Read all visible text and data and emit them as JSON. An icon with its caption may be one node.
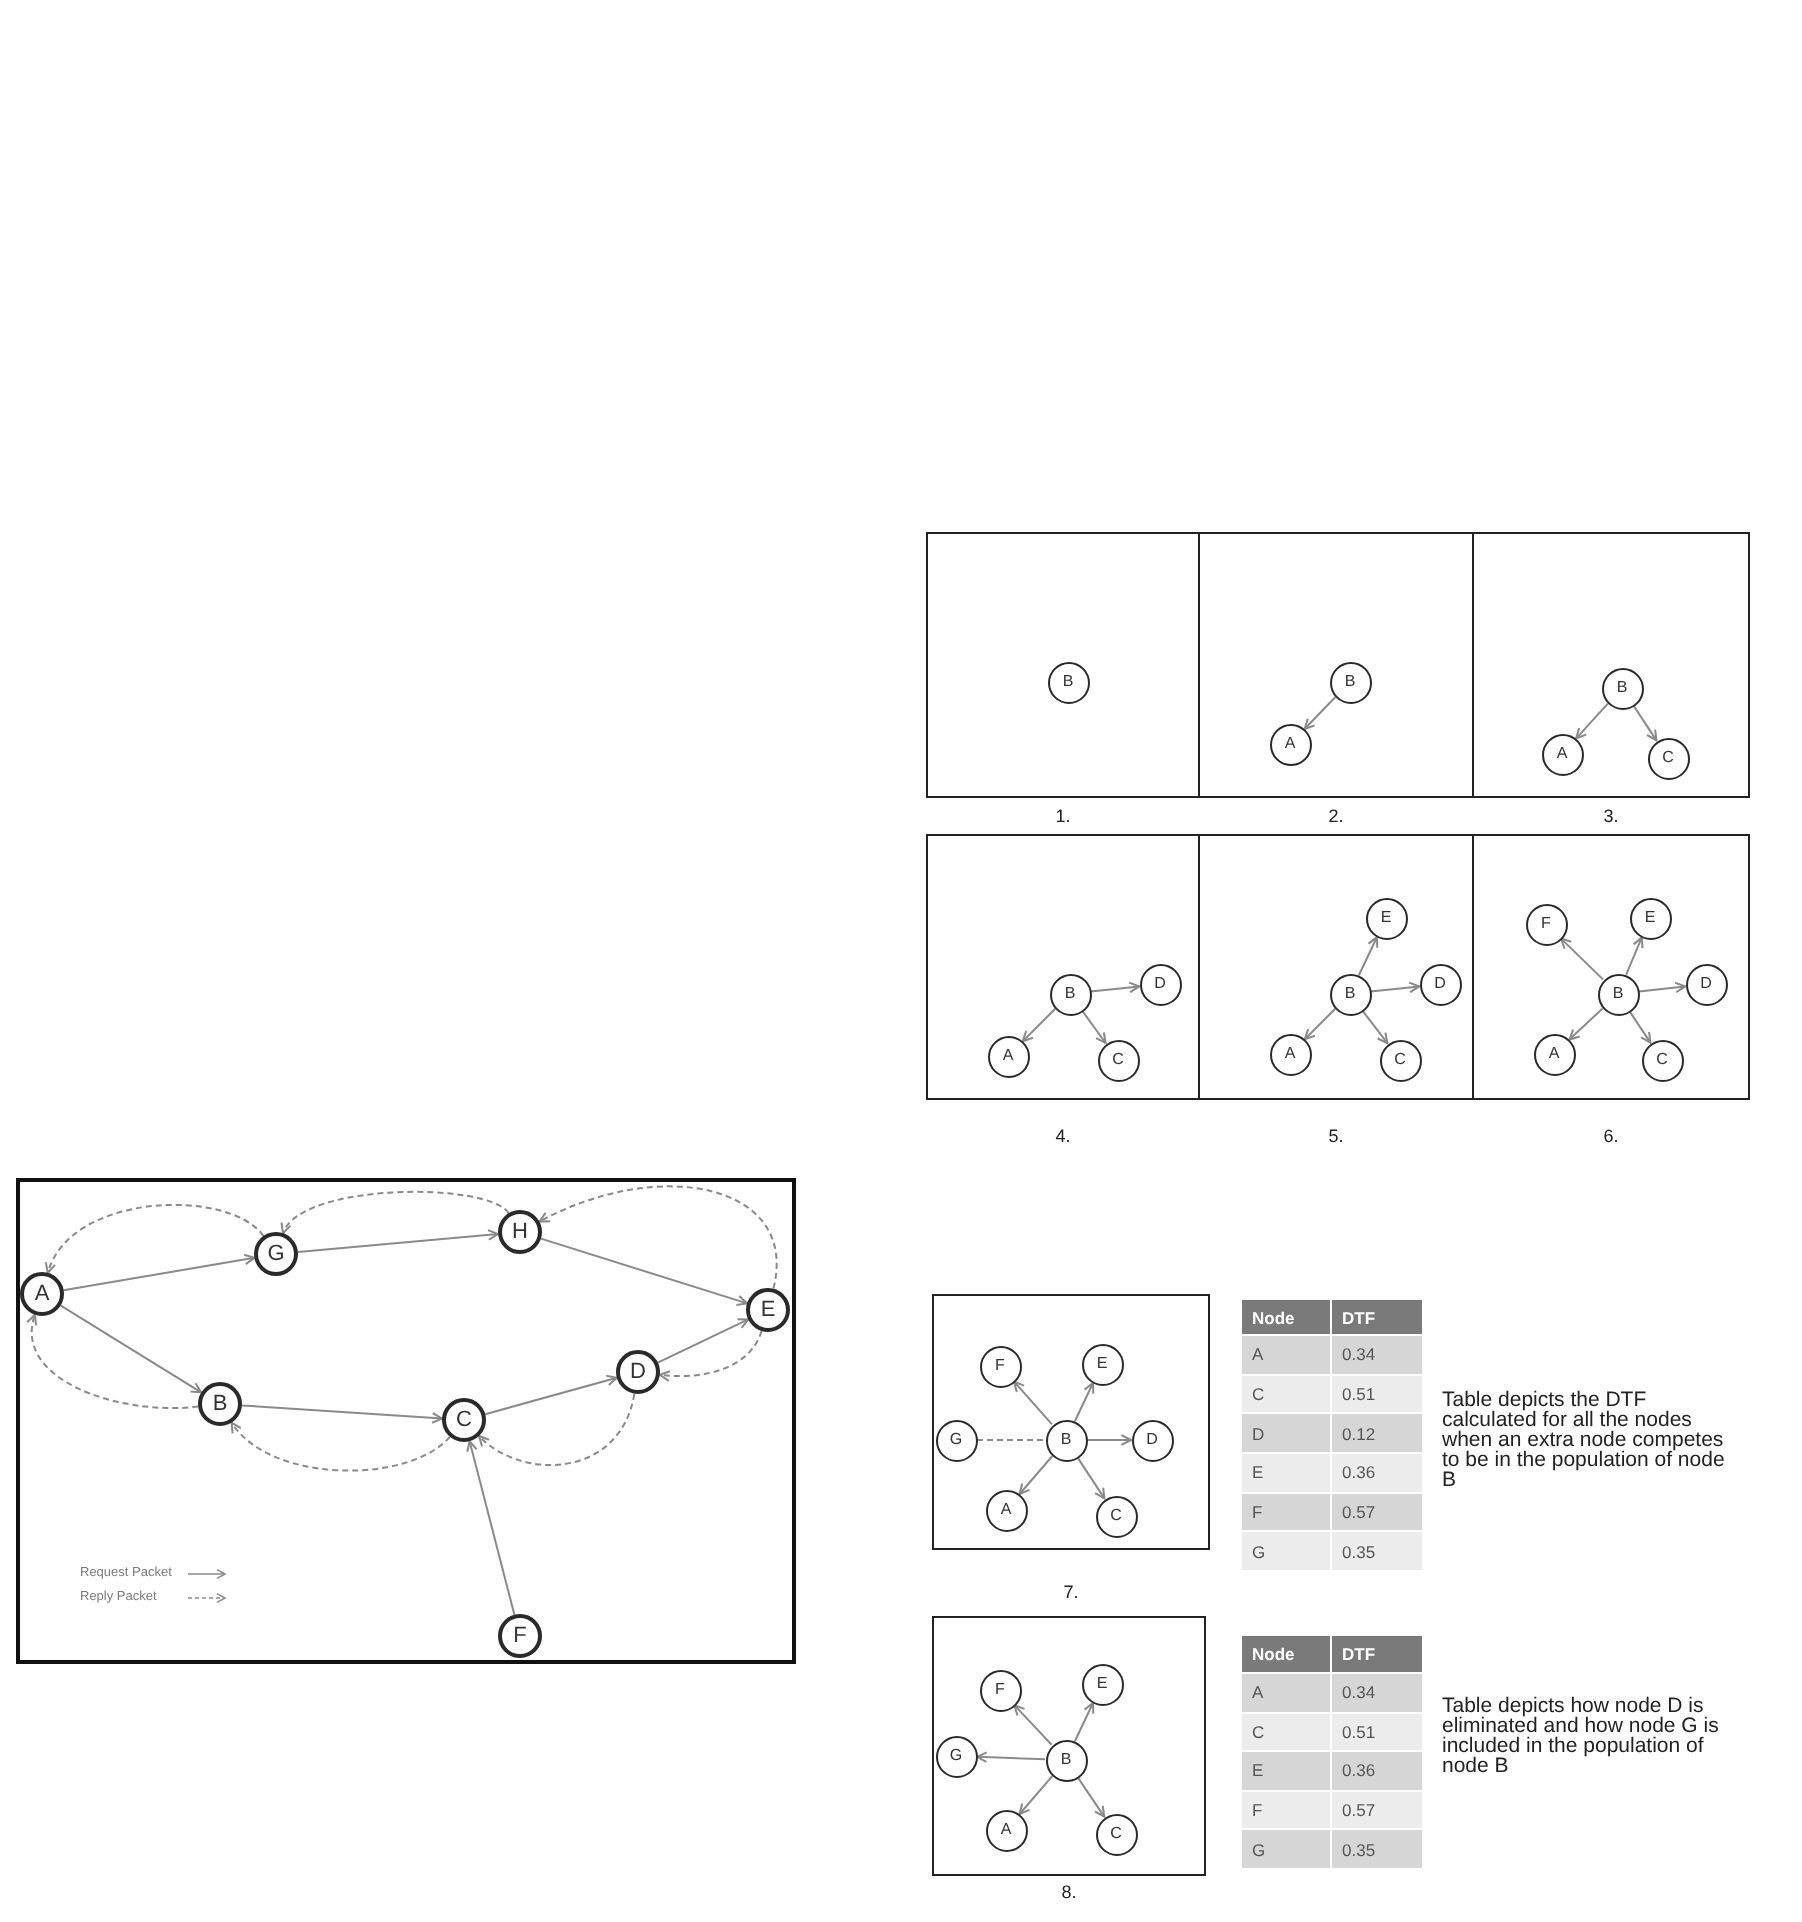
{
  "diagram": {
    "nodes": [
      {
        "text": [],
        "shape": "box"
      },
      {
        "text": [
          "A"
        ],
        "in": 0
      },
      {
        "text": [
          "G"
        ],
        "in": 0
      },
      {
        "text": [
          "H"
        ],
        "in": 0
      },
      {
        "text": [
          "E"
        ],
        "in": 0
      },
      {
        "text": [
          "D"
        ],
        "in": 0
      },
      {
        "text": [
          "B"
        ],
        "in": 0
      },
      {
        "text": [
          "C"
        ],
        "in": 0
      },
      {
        "text": [
          "F"
        ],
        "in": 0
      },
      {
        "text": [],
        "shape": "box",
        "beside": [
          "1."
        ]
      },
      {
        "text": [
          "B"
        ],
        "in": 9
      },
      {
        "text": [],
        "shape": "box",
        "beside": [
          "2."
        ]
      },
      {
        "text": [
          "B"
        ],
        "in": 11
      },
      {
        "text": [
          "A"
        ],
        "in": 11
      },
      {
        "text": [],
        "shape": "box",
        "beside": [
          "3."
        ]
      },
      {
        "text": [
          "B"
        ],
        "in": 14
      },
      {
        "text": [
          "A"
        ],
        "in": 14
      },
      {
        "text": [
          "C"
        ],
        "in": 14
      },
      {
        "text": [],
        "shape": "box",
        "beside": [
          "4."
        ]
      },
      {
        "text": [
          "B"
        ],
        "in": 18
      },
      {
        "text": [
          "D"
        ],
        "in": 18
      },
      {
        "text": [
          "A"
        ],
        "in": 18
      },
      {
        "text": [
          "C"
        ],
        "in": 18
      },
      {
        "text": [],
        "shape": "box",
        "beside": [
          "5."
        ]
      },
      {
        "text": [
          "E"
        ],
        "in": 23
      },
      {
        "text": [
          "B"
        ],
        "in": 23
      },
      {
        "text": [
          "D"
        ],
        "in": 23
      },
      {
        "text": [
          "A"
        ],
        "in": 23
      },
      {
        "text": [
          "C"
        ],
        "in": 23
      },
      {
        "text": [],
        "shape": "box",
        "beside": [
          "6."
        ]
      },
      {
        "text": [
          "F"
        ],
        "in": 29
      },
      {
        "text": [
          "E"
        ],
        "in": 29
      },
      {
        "text": [
          "B"
        ],
        "in": 29
      },
      {
        "text": [
          "D"
        ],
        "in": 29
      },
      {
        "text": [
          "A"
        ],
        "in": 29
      },
      {
        "text": [
          "C"
        ],
        "in": 29
      },
      {
        "text": [],
        "shape": "box",
        "beside": [
          "7."
        ]
      },
      {
        "text": [
          "F"
        ],
        "in": 36
      },
      {
        "text": [
          "E"
        ],
        "in": 36
      },
      {
        "text": [
          "G"
        ],
        "in": 36
      },
      {
        "text": [
          "B"
        ],
        "in": 36
      },
      {
        "text": [
          "D"
        ],
        "in": 36
      },
      {
        "text": [
          "A"
        ],
        "in": 36
      },
      {
        "text": [
          "C"
        ],
        "in": 36
      },
      {
        "text": [],
        "shape": "box",
        "beside": [
          "8."
        ]
      },
      {
        "text": [
          "F"
        ],
        "in": 44
      },
      {
        "text": [
          "E"
        ],
        "in": 44
      },
      {
        "text": [
          "G"
        ],
        "in": 44
      },
      {
        "text": [
          "B"
        ],
        "in": 44
      },
      {
        "text": [
          "A"
        ],
        "in": 44
      },
      {
        "text": [
          "C"
        ],
        "in": 44
      }
    ],
    "edges": [
      {
        "from": 1,
        "to": 2,
        "arrow": "to"
      },
      {
        "from": 2,
        "to": 3,
        "arrow": "to"
      },
      {
        "from": 3,
        "to": 4,
        "arrow": "to"
      },
      {
        "from": 1,
        "to": 6,
        "arrow": "to"
      },
      {
        "from": 6,
        "to": 7,
        "arrow": "to"
      },
      {
        "from": 7,
        "to": 5,
        "arrow": "to"
      },
      {
        "from": 5,
        "to": 4,
        "arrow": "to"
      },
      {
        "from": 8,
        "to": 7,
        "arrow": "to"
      },
      {
        "from": 2,
        "to": 1,
        "arrow": "to",
        "style": "dashed"
      },
      {
        "from": 3,
        "to": 2,
        "arrow": "to",
        "style": "dashed"
      },
      {
        "from": 4,
        "to": 3,
        "arrow": "to",
        "style": "dashed"
      },
      {
        "from": 4,
        "to": 5,
        "arrow": "to",
        "style": "dashed"
      },
      {
        "from": 5,
        "to": 7,
        "arrow": "to",
        "style": "dashed"
      },
      {
        "from": 7,
        "to": 6,
        "arrow": "to",
        "style": "dashed"
      },
      {
        "from": 6,
        "to": 1,
        "arrow": "to",
        "style": "dashed"
      },
      {
        "from": 12,
        "to": 13,
        "arrow": "to"
      },
      {
        "from": 15,
        "to": 16,
        "arrow": "to"
      },
      {
        "from": 15,
        "to": 17,
        "arrow": "to"
      },
      {
        "from": 19,
        "to": 21,
        "arrow": "to"
      },
      {
        "from": 19,
        "to": 22,
        "arrow": "to"
      },
      {
        "from": 19,
        "to": 20,
        "arrow": "to"
      },
      {
        "from": 25,
        "to": 27,
        "arrow": "to"
      },
      {
        "from": 25,
        "to": 28,
        "arrow": "to"
      },
      {
        "from": 25,
        "to": 26,
        "arrow": "to"
      },
      {
        "from": 25,
        "to": 24,
        "arrow": "to"
      },
      {
        "from": 32,
        "to": 34,
        "arrow": "to"
      },
      {
        "from": 32,
        "to": 35,
        "arrow": "to"
      },
      {
        "from": 32,
        "to": 33,
        "arrow": "to"
      },
      {
        "from": 32,
        "to": 31,
        "arrow": "to"
      },
      {
        "from": 32,
        "to": 30,
        "arrow": "to"
      },
      {
        "from": 40,
        "to": 37,
        "arrow": "to"
      },
      {
        "from": 40,
        "to": 38,
        "arrow": "to"
      },
      {
        "from": 40,
        "to": 41,
        "arrow": "to"
      },
      {
        "from": 40,
        "to": 43,
        "arrow": "to"
      },
      {
        "from": 40,
        "to": 42,
        "arrow": "to"
      },
      {
        "from": 39,
        "to": 40,
        "arrow": "none",
        "style": "dashed"
      },
      {
        "from": 48,
        "to": 45,
        "arrow": "to"
      },
      {
        "from": 48,
        "to": 46,
        "arrow": "to"
      },
      {
        "from": 48,
        "to": 47,
        "arrow": "to"
      },
      {
        "from": 48,
        "to": 49,
        "arrow": "to"
      },
      {
        "from": 48,
        "to": 50,
        "arrow": "to"
      }
    ],
    "labels": [
      "Node",
      "DTF",
      "A",
      "0.34",
      "C",
      "0.51",
      "D",
      "0.12",
      "E",
      "0.36",
      "F",
      "0.57",
      "G",
      "0.35",
      "Table depicts the DTF calculated for all the nodes when an extra node competes to be in the population of node B",
      "Node",
      "DTF",
      "A",
      "0.34",
      "C",
      "0.51",
      "E",
      "0.36",
      "F",
      "0.57",
      "G",
      "0.35",
      "Table depicts how node D is eliminated and how node G is included in the population of node B"
    ],
    "legend": [
      {
        "text": "Request Packet"
      },
      {
        "text": "Reply Packet"
      }
    ]
  }
}
